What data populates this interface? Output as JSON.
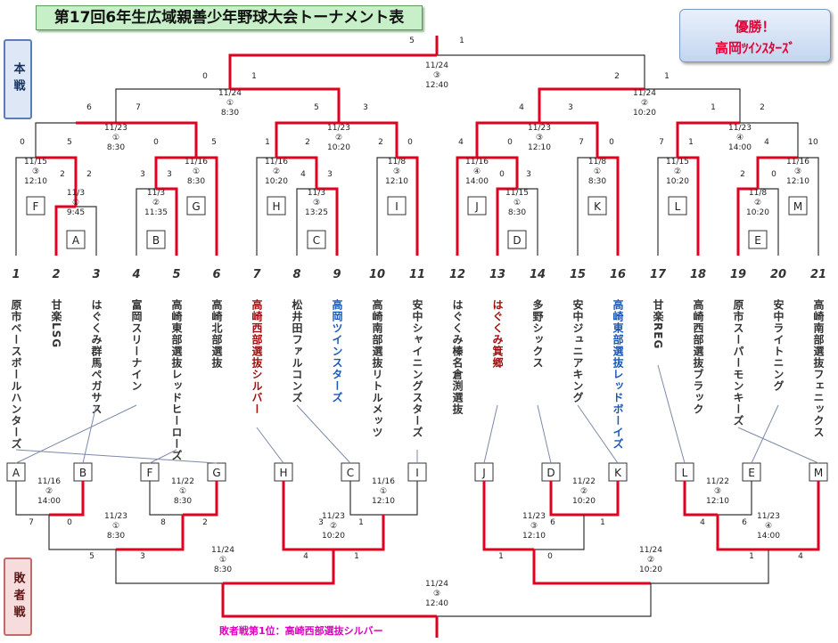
{
  "title": "第17回6年生広域親善少年野球大会トーナメント表",
  "winner": {
    "line1": "優勝！",
    "line2": "高岡ﾂｲﾝｽﾀｰｽﾞ"
  },
  "sections": {
    "main": "本戦",
    "loser": "敗者戦"
  },
  "loser_first": "敗者戦第1位：高崎西部選抜シルバー",
  "colors": {
    "win": "#e0001f",
    "line": "#333333",
    "thin": "#7a8aa8",
    "team_default": "#333333",
    "team_red": "#a01010",
    "team_blue": "#1a58b8"
  },
  "teams": [
    {
      "no": "1",
      "name": "原市ベースボールハンターズ",
      "color": "default"
    },
    {
      "no": "2",
      "name": "甘楽LSG",
      "color": "default"
    },
    {
      "no": "3",
      "name": "はぐくみ群馬ペガサス",
      "color": "default"
    },
    {
      "no": "4",
      "name": "富岡スリーナイン",
      "color": "default"
    },
    {
      "no": "5",
      "name": "高崎東部選抜レッドヒーローズ",
      "color": "default"
    },
    {
      "no": "6",
      "name": "高崎北部選抜",
      "color": "default"
    },
    {
      "no": "7",
      "name": "高崎西部選抜シルバー",
      "color": "red"
    },
    {
      "no": "8",
      "name": "松井田ファルコンズ",
      "color": "default"
    },
    {
      "no": "9",
      "name": "高岡ツインスターズ",
      "color": "blue"
    },
    {
      "no": "10",
      "name": "高崎南部選抜リトルメッツ",
      "color": "default"
    },
    {
      "no": "11",
      "name": "安中シャイニングスターズ",
      "color": "default"
    },
    {
      "no": "12",
      "name": "はぐくみ榛名倉渕選抜",
      "color": "default"
    },
    {
      "no": "13",
      "name": "はぐくみ箕郷",
      "color": "red"
    },
    {
      "no": "14",
      "name": "多野シックス",
      "color": "default"
    },
    {
      "no": "15",
      "name": "安中ジュニアキング",
      "color": "default"
    },
    {
      "no": "16",
      "name": "高崎東部選抜レッドボーイズ",
      "color": "blue"
    },
    {
      "no": "17",
      "name": "甘楽REG",
      "color": "default"
    },
    {
      "no": "18",
      "name": "高崎西部選抜ブラック",
      "color": "default"
    },
    {
      "no": "19",
      "name": "原市スーパーモンキーズ",
      "color": "default"
    },
    {
      "no": "20",
      "name": "安中ライトニング",
      "color": "default"
    },
    {
      "no": "21",
      "name": "高崎南部選抜フェニックス",
      "color": "default"
    }
  ],
  "match_labels": {
    "top": [
      "A",
      "B",
      "G",
      "C",
      "H",
      "I",
      "J",
      "D",
      "K",
      "L",
      "E",
      "M"
    ],
    "bottom": [
      "A",
      "B",
      "F",
      "G",
      "H",
      "C",
      "I",
      "J",
      "D",
      "K",
      "L",
      "E",
      "M"
    ]
  },
  "match_info": [
    {
      "date": "11/3",
      "field": "①",
      "time": "9:45"
    },
    {
      "date": "11/3",
      "field": "②",
      "time": "11:35"
    },
    {
      "date": "11/3",
      "field": "③",
      "time": "13:25"
    },
    {
      "date": "11/15",
      "field": "①",
      "time": "8:30"
    },
    {
      "date": "11/15",
      "field": "③",
      "time": "12:10"
    },
    {
      "date": "11/16",
      "field": "①",
      "time": "8:30"
    },
    {
      "date": "11/16",
      "field": "②",
      "time": "10:20"
    },
    {
      "date": "11/8",
      "field": "③",
      "time": "12:10"
    },
    {
      "date": "11/16",
      "field": "④",
      "time": "14:00"
    },
    {
      "date": "11/15",
      "field": "①",
      "time": "8:30"
    },
    {
      "date": "11/8",
      "field": "①",
      "time": "8:30"
    },
    {
      "date": "11/15",
      "field": "②",
      "time": "10:20"
    },
    {
      "date": "11/8",
      "field": "②",
      "time": "10:20"
    },
    {
      "date": "11/16",
      "field": "③",
      "time": "12:10"
    },
    {
      "date": "11/23",
      "field": "①",
      "time": "8:30"
    },
    {
      "date": "11/23",
      "field": "②",
      "time": "10:20"
    },
    {
      "date": "11/23",
      "field": "③",
      "time": "12:10"
    },
    {
      "date": "11/23",
      "field": "④",
      "time": "14:00"
    },
    {
      "date": "11/24",
      "field": "①",
      "time": "8:30"
    },
    {
      "date": "11/24",
      "field": "②",
      "time": "10:20"
    },
    {
      "date": "11/24",
      "field": "③",
      "time": "12:40"
    },
    {
      "date": "11/16",
      "field": "②",
      "time": "14:00"
    },
    {
      "date": "11/22",
      "field": "①",
      "time": "8:30"
    },
    {
      "date": "11/16",
      "field": "①",
      "time": "12:10"
    },
    {
      "date": "11/22",
      "field": "②",
      "time": "10:20"
    },
    {
      "date": "11/22",
      "field": "③",
      "time": "12:10"
    },
    {
      "date": "11/23",
      "field": "①",
      "time": "8:30"
    },
    {
      "date": "11/23",
      "field": "②",
      "time": "10:20"
    },
    {
      "date": "11/23",
      "field": "③",
      "time": "12:10"
    },
    {
      "date": "11/23",
      "field": "④",
      "time": "14:00"
    },
    {
      "date": "11/24",
      "field": "①",
      "time": "8:30"
    },
    {
      "date": "11/24",
      "field": "②",
      "time": "10:20"
    },
    {
      "date": "11/24",
      "field": "③",
      "time": "12:40"
    }
  ],
  "scores": [
    "5",
    "1",
    "0",
    "1",
    "2",
    "1",
    "6",
    "7",
    "5",
    "3",
    "4",
    "3",
    "1",
    "2",
    "0",
    "5",
    "0",
    "5",
    "1",
    "2",
    "2",
    "0",
    "4",
    "0",
    "7",
    "0",
    "7",
    "1",
    "4",
    "10",
    "2",
    "2",
    "3",
    "3",
    "4",
    "3",
    "0",
    "3",
    "2",
    "0",
    "7",
    "0",
    "8",
    "2",
    "3",
    "1",
    "6",
    "1",
    "4",
    "6",
    "5",
    "3",
    "4",
    "1",
    "1",
    "0",
    "1",
    "4"
  ]
}
